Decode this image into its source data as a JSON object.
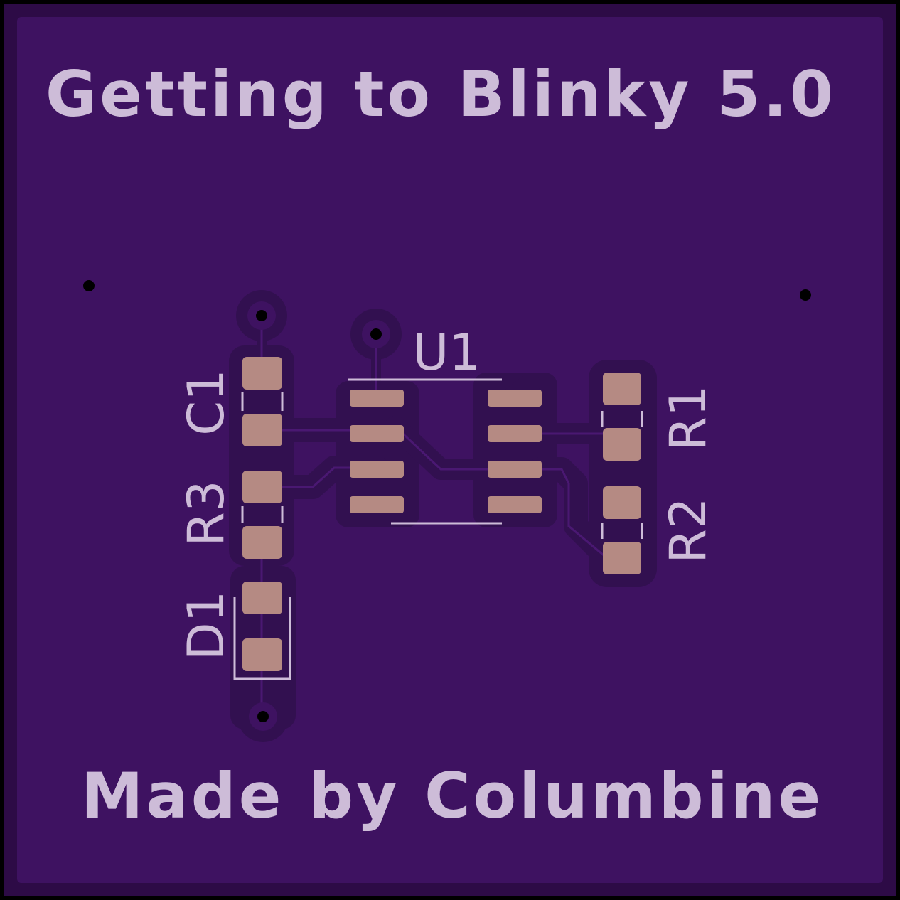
{
  "board": {
    "title": "Getting to Blinky 5.0",
    "credit": "Made by Columbine",
    "colors": {
      "outline": "#000000",
      "edge": "#2d0b46",
      "soldermask": "#3e1261",
      "copper_fill": "#321050",
      "pad": "#b58a83",
      "silkscreen": "#cdbcd8"
    }
  },
  "components": {
    "c1": {
      "ref": "C1"
    },
    "r3": {
      "ref": "R3"
    },
    "d1": {
      "ref": "D1"
    },
    "u1": {
      "ref": "U1"
    },
    "r1": {
      "ref": "R1"
    },
    "r2": {
      "ref": "R2"
    }
  }
}
